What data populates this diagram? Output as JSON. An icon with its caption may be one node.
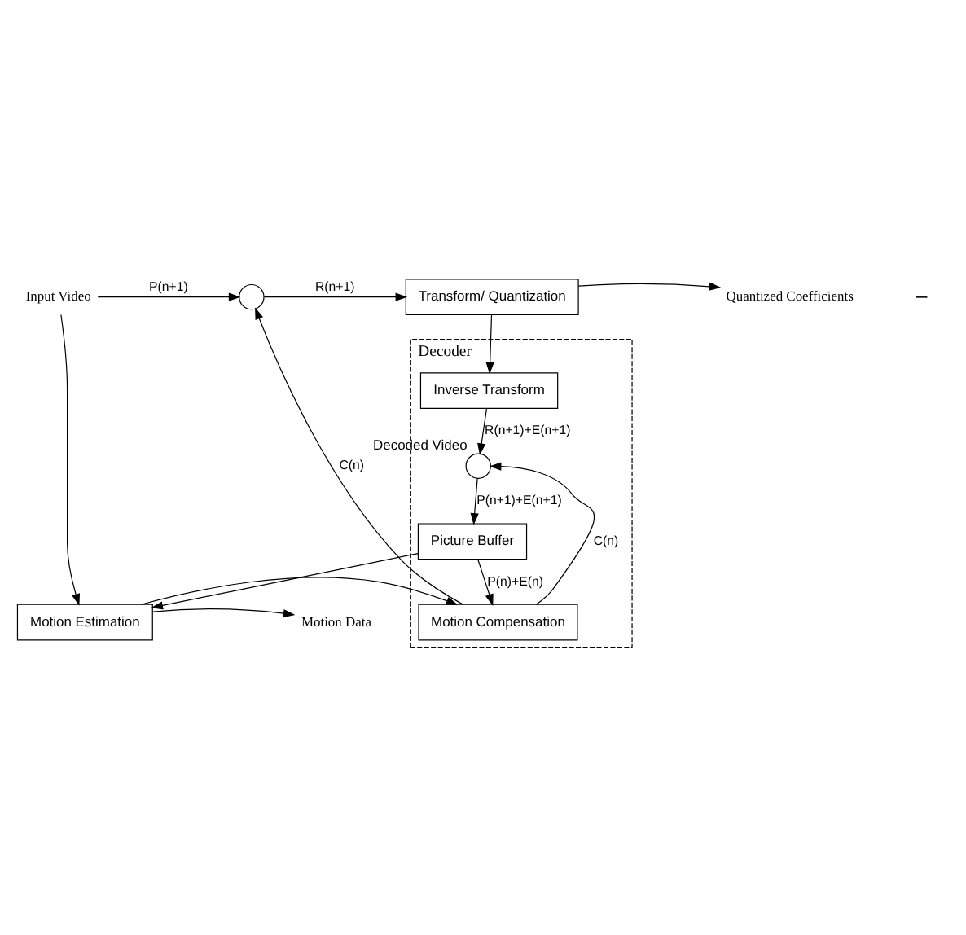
{
  "diagram": {
    "nodes": [
      {
        "text": [
          "Input Video"
        ]
      },
      {
        "text": [],
        "shape": "circle"
      },
      {
        "text": [
          "Transform/ Quantization"
        ]
      },
      {
        "text": [
          "Quantized Coefficients"
        ]
      },
      {
        "text": [
          "Decoder"
        ]
      },
      {
        "text": [
          "Inverse Transform"
        ],
        "in": 4
      },
      {
        "text": [],
        "shape": "circle",
        "in": 4,
        "beside": [
          "Decoded Video"
        ]
      },
      {
        "text": [
          "Picture Buffer"
        ],
        "in": 4
      },
      {
        "text": [
          "Motion Compensation"
        ],
        "in": 4
      },
      {
        "text": [
          "Motion Estimation"
        ]
      },
      {
        "text": [
          "Motion Data"
        ]
      }
    ],
    "edges": [
      {
        "from": 0,
        "to": 1,
        "arrow": "to",
        "label": "P(n+1)"
      },
      {
        "from": 1,
        "to": 2,
        "arrow": "to",
        "label": "R(n+1)"
      },
      {
        "from": 2,
        "to": 3,
        "arrow": "to"
      },
      {
        "from": 2,
        "to": 5,
        "arrow": "to"
      },
      {
        "from": 5,
        "to": 6,
        "arrow": "to",
        "label": "R(n+1)+E(n+1)"
      },
      {
        "from": 8,
        "to": 6,
        "arrow": "to",
        "label": "C(n)"
      },
      {
        "from": 8,
        "to": 1,
        "arrow": "to",
        "label": "C(n)"
      },
      {
        "from": 6,
        "to": 7,
        "arrow": "to",
        "label": "P(n+1)+E(n+1)"
      },
      {
        "from": 7,
        "to": 8,
        "arrow": "to",
        "label": "P(n)+E(n)"
      },
      {
        "from": 7,
        "to": 9,
        "arrow": "to"
      },
      {
        "from": 0,
        "to": 9,
        "arrow": "to"
      },
      {
        "from": 9,
        "to": 8,
        "arrow": "to"
      },
      {
        "from": 9,
        "to": 10,
        "arrow": "to"
      }
    ],
    "labels": [
      "–"
    ]
  }
}
